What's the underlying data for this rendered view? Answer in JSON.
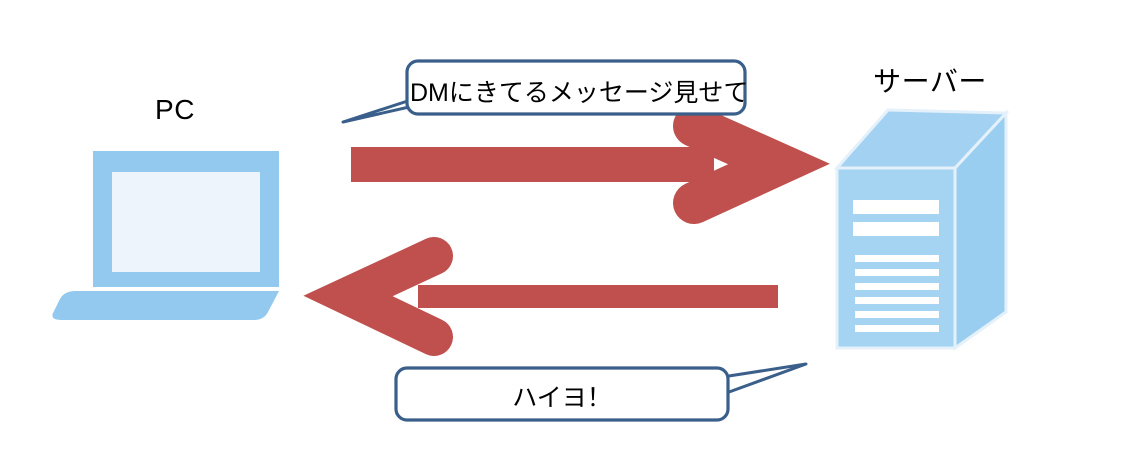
{
  "diagram": {
    "type": "sequence-illustration",
    "title_visible": false,
    "background_color": "#FFFFFF",
    "nodes": [
      {
        "id": "pc",
        "label": "PC",
        "icon": "laptop-icon",
        "frame_color": "#93C9EF",
        "screen_color": "#EDF4FB"
      },
      {
        "id": "server",
        "label": "サーバー",
        "icon": "server-tower-icon",
        "front_color": "#A5D3F2",
        "top_color": "#A0D0F1",
        "side_color": "#9ACEF0",
        "slot_color": "#FFFFFF",
        "wide_slot_count": 2,
        "thin_slot_count": 6
      }
    ],
    "arrows": [
      {
        "id": "request-arrow",
        "direction": "right",
        "from": "pc",
        "to": "server",
        "color": "#BF504D"
      },
      {
        "id": "response-arrow",
        "direction": "left",
        "from": "server",
        "to": "pc",
        "color": "#BF504D"
      }
    ],
    "bubbles": [
      {
        "id": "request-bubble",
        "text": "DMにきてるメッセージ見せて",
        "speaker": "pc",
        "tail_direction": "down-left",
        "border_color": "#3A5F8A",
        "fill_color": "#FFFFFF"
      },
      {
        "id": "response-bubble",
        "text": "ハイヨ！",
        "speaker": "server",
        "tail_direction": "up-right",
        "border_color": "#3A5F8A",
        "fill_color": "#FFFFFF"
      }
    ]
  }
}
